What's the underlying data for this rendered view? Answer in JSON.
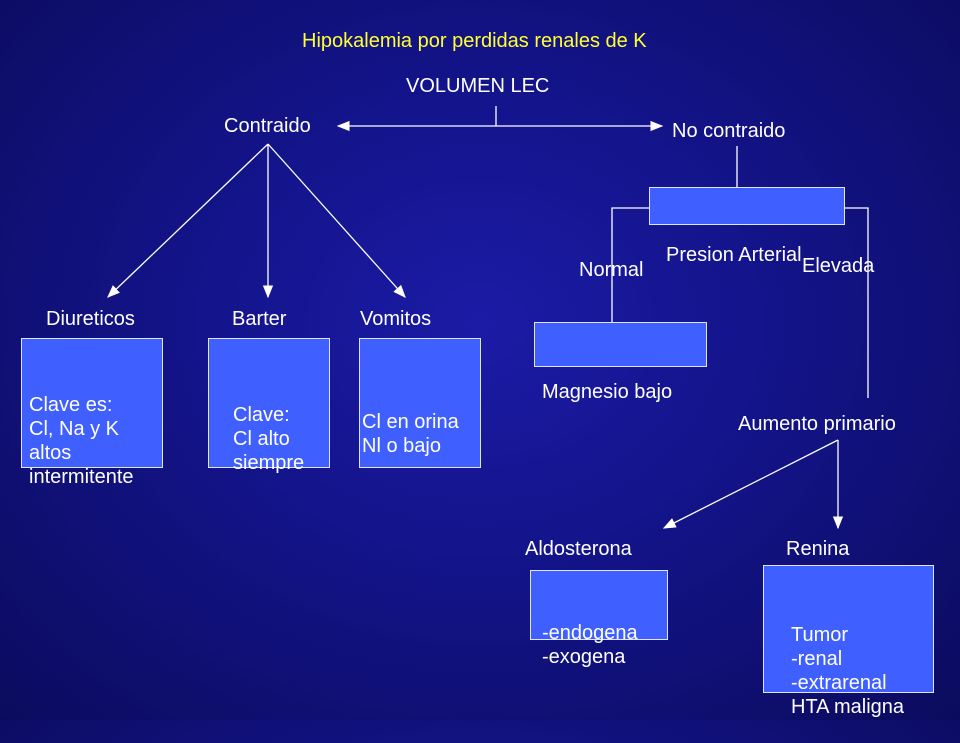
{
  "title": "Hipokalemia por perdidas renales de K",
  "root": "VOLUMEN LEC",
  "contraido": "Contraido",
  "no_contraido": "No contraido",
  "branches": {
    "diureticos": "Diureticos",
    "barter": "Barter",
    "vomitos": "Vomitos"
  },
  "boxes": {
    "diureticos": "Clave es:\nCl, Na y K\naltos\nintermitente",
    "barter": "Clave:\nCl alto\nsiempre",
    "vomitos": "Cl en orina\nNl o bajo",
    "presion_arterial": "Presion Arterial",
    "magnesio": "Magnesio bajo",
    "aldosterona": "-endogena\n-exogena",
    "renina": "Tumor\n-renal\n-extrarenal\nHTA maligna"
  },
  "normal": "Normal",
  "elevada": "Elevada",
  "aumento_primario": "Aumento primario",
  "aldosterona": "Aldosterona",
  "renina": "Renina",
  "colors": {
    "title": "#ffff33",
    "box_fill": "#3f5fff",
    "line": "#ffffff"
  }
}
